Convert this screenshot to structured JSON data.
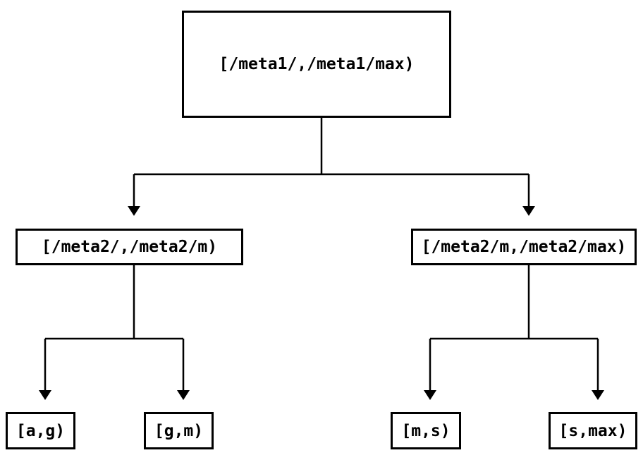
{
  "diagram": {
    "type": "tree",
    "description": "Two-level key-range partition tree",
    "colors": {
      "background": "#ffffff",
      "line": "#000000",
      "box_border": "#000000",
      "text": "#000000"
    },
    "nodes": [
      {
        "id": "root",
        "label": "[/meta1/,/meta1/max)"
      },
      {
        "id": "left-mid",
        "label": "[/meta2/,/meta2/m)"
      },
      {
        "id": "right-mid",
        "label": "[/meta2/m,/meta2/max)"
      },
      {
        "id": "leaf-ag",
        "label": "[a,g)"
      },
      {
        "id": "leaf-gm",
        "label": "[g,m)"
      },
      {
        "id": "leaf-ms",
        "label": "[m,s)"
      },
      {
        "id": "leaf-smax",
        "label": "[s,max)"
      }
    ],
    "edges": [
      {
        "from": "root",
        "to": "left-mid"
      },
      {
        "from": "root",
        "to": "right-mid"
      },
      {
        "from": "left-mid",
        "to": "leaf-ag"
      },
      {
        "from": "left-mid",
        "to": "leaf-gm"
      },
      {
        "from": "right-mid",
        "to": "leaf-ms"
      },
      {
        "from": "right-mid",
        "to": "leaf-smax"
      }
    ]
  }
}
